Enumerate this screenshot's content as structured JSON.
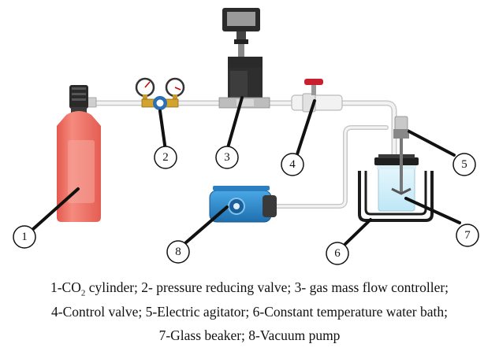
{
  "diagram": {
    "labels": [
      "1",
      "2",
      "3",
      "4",
      "5",
      "6",
      "7",
      "8"
    ],
    "caption": {
      "line1_a": "1-CO",
      "line1_sub": "2",
      "line1_b": " cylinder; 2- pressure reducing valve; 3- gas mass flow controller;",
      "line2": "4-Control valve; 5-Electric agitator; 6-Constant temperature water bath;",
      "line3": "7-Glass beaker; 8-Vacuum pump"
    }
  },
  "colors": {
    "cylinder": "#f07266",
    "pump": "#2f8fd0",
    "pipe": "#d4d4d4",
    "valve_handle": "#c8202e",
    "water": "#cfeefa"
  }
}
